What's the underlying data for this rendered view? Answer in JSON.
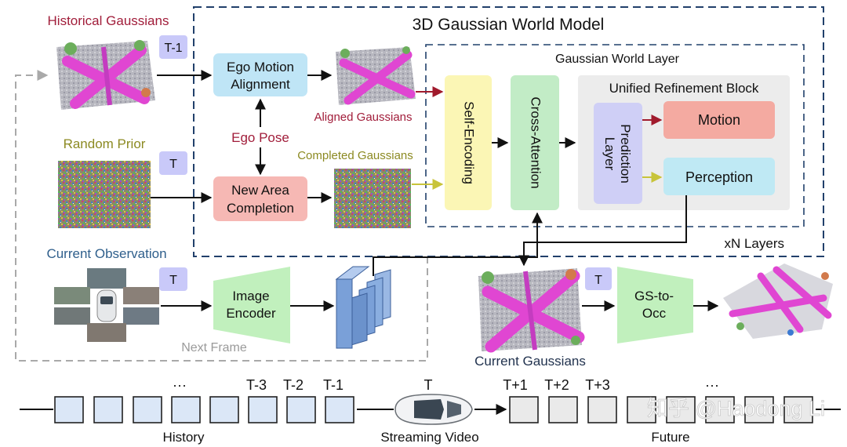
{
  "colors": {
    "dashed_navy": "#21406b",
    "dashed_gray": "#a9a9a9",
    "red_text": "#a11d3a",
    "olive_text": "#8c8a22",
    "blue_text": "#2f5f8c",
    "gray_text": "#9a9a9a",
    "ego_motion_fill": "#bfe5f6",
    "new_area_fill": "#f6b8b4",
    "encoder_fill": "#c1f0bd",
    "self_encoding_fill": "#fbf6b5",
    "cross_attention_fill": "#c2ecc6",
    "refine_block_fill": "#ececec",
    "prediction_fill": "#cfcff6",
    "motion_fill": "#f4aaa1",
    "perception_fill": "#bfe9f4",
    "badge_fill": "#c9c9f9",
    "frame_fill": "#dbe7f7",
    "future_frame_fill": "#eaeaea",
    "feature_fill": "#7aa0d8",
    "arrow_red": "#a01a2c",
    "arrow_olive": "#c8c43a"
  },
  "labels": {
    "historical_gaussians": "Historical Gaussians",
    "random_prior": "Random Prior",
    "current_observation": "Current Observation",
    "world_model_title": "3D Gaussian World Model",
    "world_layer_title": "Gaussian World Layer",
    "refine_title": "Unified Refinement Block",
    "ego_motion": [
      "Ego Motion",
      "Alignment"
    ],
    "new_area": [
      "New Area",
      "Completion"
    ],
    "ego_pose": "Ego Pose",
    "aligned_gaussians": "Aligned Gaussians",
    "completed_gaussians": "Completed Gaussians",
    "self_encoding": "Self-Encoding",
    "cross_attention": "Cross-Attention",
    "prediction_layer": [
      "Prediction",
      "Layer"
    ],
    "motion": "Motion",
    "perception": "Perception",
    "xn_layers": "xN Layers",
    "image_encoder": [
      "Image",
      "Encoder"
    ],
    "next_frame": "Next Frame",
    "current_gaussians": "Current Gaussians",
    "gs_to_occ": [
      "GS-to-",
      "Occ"
    ],
    "badge_t_minus_1": "T-1",
    "badge_t": "T"
  },
  "timeline": {
    "history_label": "History",
    "streaming_label": "Streaming Video",
    "future_label": "Future",
    "ellipsis": "···",
    "history_ticks": [
      "T-3",
      "T-2",
      "T-1"
    ],
    "current_tick": "T",
    "future_ticks": [
      "T+1",
      "T+2",
      "T+3"
    ]
  },
  "watermark": "知乎 @Haodong Li"
}
